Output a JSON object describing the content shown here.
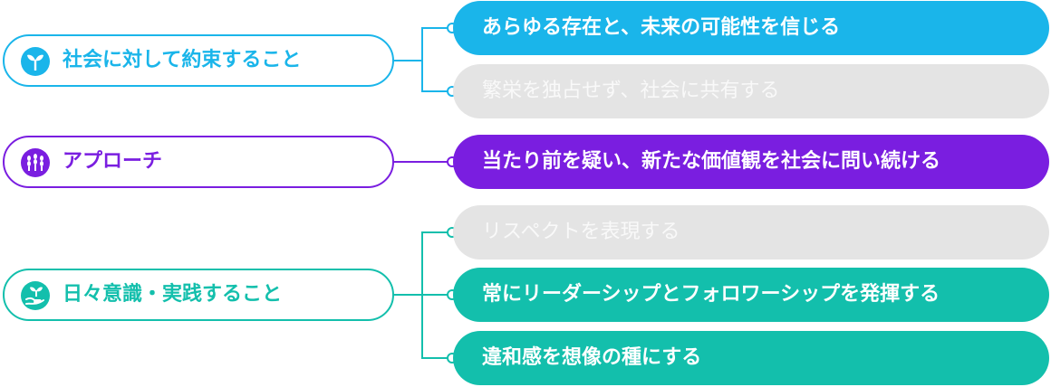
{
  "colors": {
    "blue": "#1ab5ea",
    "purple": "#7a1ee0",
    "teal": "#13bfac",
    "inactive": "#e4e4e4"
  },
  "categories": [
    {
      "label": "社会に対して約束すること",
      "icon": "sprout-icon",
      "items": [
        {
          "label": "あらゆる存在と、未来の可能性を信じる",
          "active": true
        },
        {
          "label": "繁栄を独占せず、社会に共有する",
          "active": false
        }
      ]
    },
    {
      "label": "アプローチ",
      "icon": "wheat-icon",
      "items": [
        {
          "label": "当たり前を疑い、新たな価値観を社会に問い続ける",
          "active": true
        }
      ]
    },
    {
      "label": "日々意識・実践すること",
      "icon": "hand-sprout-icon",
      "items": [
        {
          "label": "リスペクトを表現する",
          "active": false
        },
        {
          "label": "常にリーダーシップとフォロワーシップを発揮する",
          "active": true
        },
        {
          "label": "違和感を想像の種にする",
          "active": true
        }
      ]
    }
  ]
}
